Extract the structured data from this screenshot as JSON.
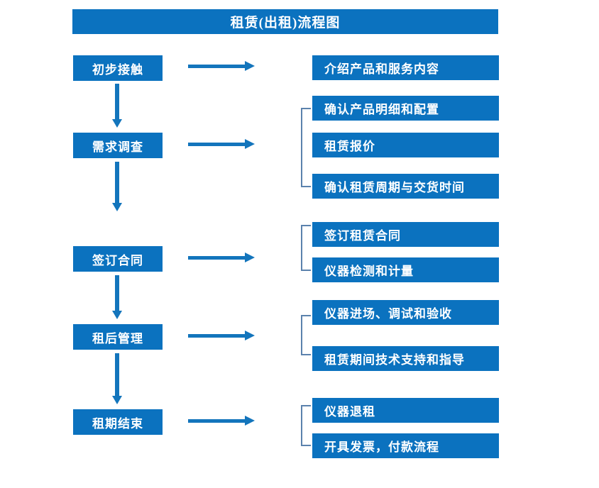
{
  "title": {
    "text": "租赁(出租)流程图",
    "color": "#0B72BF"
  },
  "colors": {
    "box_fill": "#0B72BF",
    "arrow": "#1375BC",
    "bracket": "#5B82AD",
    "box_text": "#FFFFFF",
    "background": "#FFFFFF"
  },
  "chart_data": {
    "type": "diagram",
    "title": "租赁(出租)流程图",
    "stages": [
      {
        "label": "初步接触",
        "details": [
          "介绍产品和服务内容"
        ],
        "bracketed": false
      },
      {
        "label": "需求调查",
        "details": [
          "确认产品明细和配置",
          "租赁报价",
          "确认租赁周期与交货时间"
        ],
        "bracketed": true
      },
      {
        "label": "签订合同",
        "details": [
          "签订租赁合同",
          "仪器检测和计量"
        ],
        "bracketed": true
      },
      {
        "label": "租后管理",
        "details": [
          "仪器进场、调试和验收",
          "租赁期间技术支持和指导"
        ],
        "bracketed": true
      },
      {
        "label": "租期结束",
        "details": [
          "仪器退租",
          "开具发票，付款流程"
        ],
        "bracketed": true
      }
    ]
  },
  "stages": {
    "s0": {
      "label": "初步接触"
    },
    "s1": {
      "label": "需求调查"
    },
    "s2": {
      "label": "签订合同"
    },
    "s3": {
      "label": "租后管理"
    },
    "s4": {
      "label": "租期结束"
    }
  },
  "details": {
    "d0": "介绍产品和服务内容",
    "d1": "确认产品明细和配置",
    "d2": "租赁报价",
    "d3": "确认租赁周期与交货时间",
    "d4": "签订租赁合同",
    "d5": "仪器检测和计量",
    "d6": "仪器进场、调试和验收",
    "d7": "租赁期间技术支持和指导",
    "d8": "仪器退租",
    "d9": "开具发票，付款流程"
  },
  "icons": {
    "arrow_right": "right-arrow-icon",
    "arrow_down": "down-arrow-icon",
    "bracket": "group-bracket-icon"
  }
}
